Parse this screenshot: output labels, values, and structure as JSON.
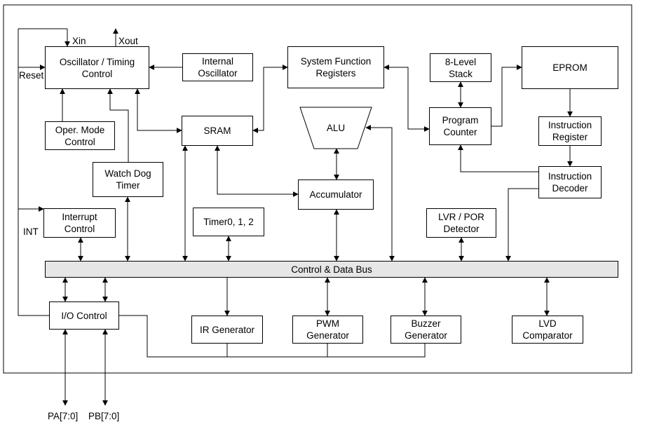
{
  "blocks": {
    "osc": [
      "Oscillator / Timing",
      "Control"
    ],
    "int_osc": [
      "Internal",
      "Oscillator"
    ],
    "sfr": [
      "System Function",
      "Registers"
    ],
    "stack": [
      "8-Level",
      "Stack"
    ],
    "eprom": [
      "EPROM"
    ],
    "sram": [
      "SRAM"
    ],
    "alu": "ALU",
    "pc": [
      "Program",
      "Counter"
    ],
    "ir": [
      "Instruction",
      "Register"
    ],
    "oper": [
      "Oper. Mode",
      "Control"
    ],
    "wdt": [
      "Watch Dog",
      "Timer"
    ],
    "idec": [
      "Instruction",
      "Decoder"
    ],
    "acc": [
      "Accumulator"
    ],
    "intc": [
      "Interrupt",
      "Control"
    ],
    "timer": [
      "Timer0, 1, 2"
    ],
    "lvr": [
      "LVR / POR",
      "Detector"
    ],
    "bus": "Control & Data Bus",
    "io": [
      "I/O Control"
    ],
    "irgen": [
      "IR Generator"
    ],
    "pwm": [
      "PWM",
      "Generator"
    ],
    "buzzer": [
      "Buzzer",
      "Generator"
    ],
    "lvd": [
      "LVD",
      "Comparator"
    ]
  },
  "signals": {
    "xin": "Xin",
    "xout": "Xout",
    "reset": "Reset",
    "int": "INT",
    "pa": "PA[7:0]",
    "pb": "PB[7:0]"
  }
}
